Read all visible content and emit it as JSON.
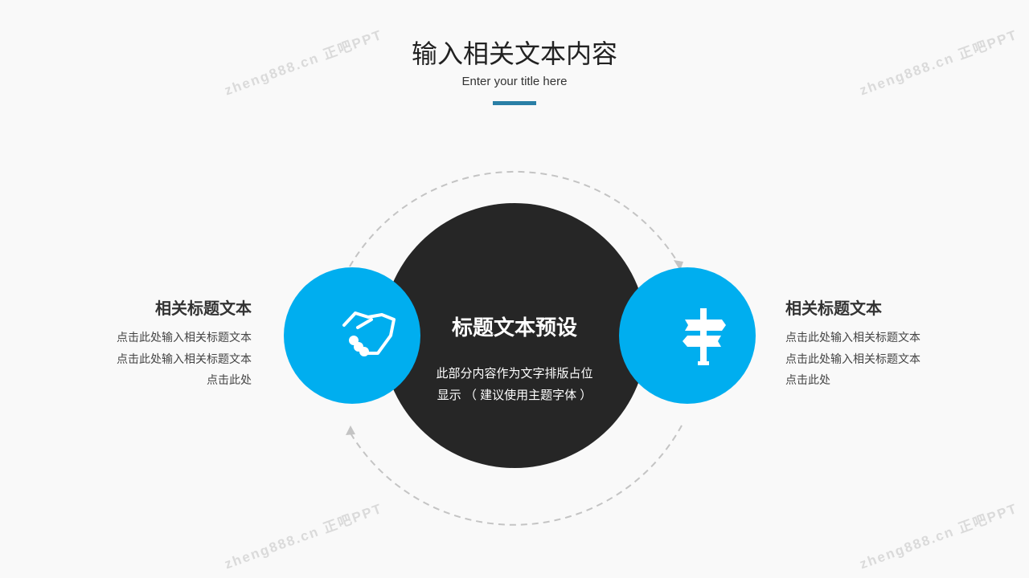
{
  "header": {
    "title": "输入相关文本内容",
    "subtitle": "Enter your title here"
  },
  "center": {
    "title": "标题文本预设",
    "body_line1": "此部分内容作为文字排版占位",
    "body_line2": "显示 （ 建议使用主题字体 ）"
  },
  "left": {
    "title": "相关标题文本",
    "lines": [
      "点击此处输入相关标题文本",
      "点击此处输入相关标题文本",
      "点击此处"
    ]
  },
  "right": {
    "title": "相关标题文本",
    "lines": [
      "点击此处输入相关标题文本",
      "点击此处输入相关标题文本",
      "点击此处"
    ]
  },
  "watermark": "zheng888.cn 正吧PPT",
  "colors": {
    "accent": "#00aeef",
    "dark": "#262626",
    "bar": "#2a7fa6"
  }
}
